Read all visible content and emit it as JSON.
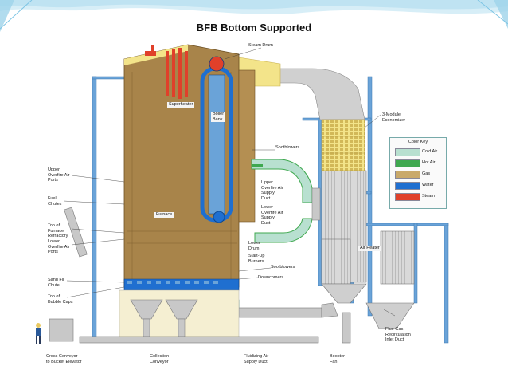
{
  "title": "BFB Bottom Supported",
  "labels": {
    "steam_drum": "Steam Drum",
    "superheater": "Superheater",
    "boiler_bank": "Boiler\nBank",
    "economizer": "3-Module\nEconomizer",
    "sootblowers_top": "Sootblowers",
    "upper_overfire_ports": "Upper\nOverfire Air\nPorts",
    "fuel_chutes": "Fuel\nChutes",
    "furnace": "Furnace",
    "upper_overfire_duct": "Upper\nOverfire Air\nSupply\nDuct",
    "lower_overfire_duct": "Lower\nOverfire Air\nSupply\nDuct",
    "top_refractory": "Top of\nFurnace\nRefractory",
    "lower_overfire_ports": "Lower\nOverfire Air\nPorts",
    "lower_drum": "Lower\nDrum",
    "startup_burners": "Start-Up\nBurners",
    "sootblowers_low": "Sootblowers",
    "air_heater": "Air Heater",
    "sand_fill_chute": "Sand Fill\nChute",
    "downcomers": "Downcomers",
    "top_bubble_caps": "Top of\nBubble Caps",
    "cross_conveyor": "Cross Conveyor\nto Bucket Elevator",
    "collection_conveyor": "Collection\nConveyor",
    "fluidizing_duct": "Fluidizing Air\nSupply Duct",
    "booster_fan": "Booster\nFan",
    "flue_gas_recirc": "Flue Gas\nRecirculation\nInlet Duct"
  },
  "color_key": {
    "title": "Color Key",
    "items": [
      {
        "label": "Cold Air",
        "color": "#b8e0d0"
      },
      {
        "label": "Hot Air",
        "color": "#3fa84f"
      },
      {
        "label": "Gas",
        "color": "#c9a96a"
      },
      {
        "label": "Water",
        "color": "#1f6fd0"
      },
      {
        "label": "Steam",
        "color": "#e0402a"
      }
    ]
  },
  "colors": {
    "furnace_brown": "#a8844a",
    "gas_yellow": "#f3e48a",
    "steel_blue": "#6aa3d8",
    "water_blue": "#1f6fd0",
    "steam_red": "#e0402a",
    "hot_air_green": "#3fa84f",
    "duct_gray": "#c8c8c8"
  }
}
